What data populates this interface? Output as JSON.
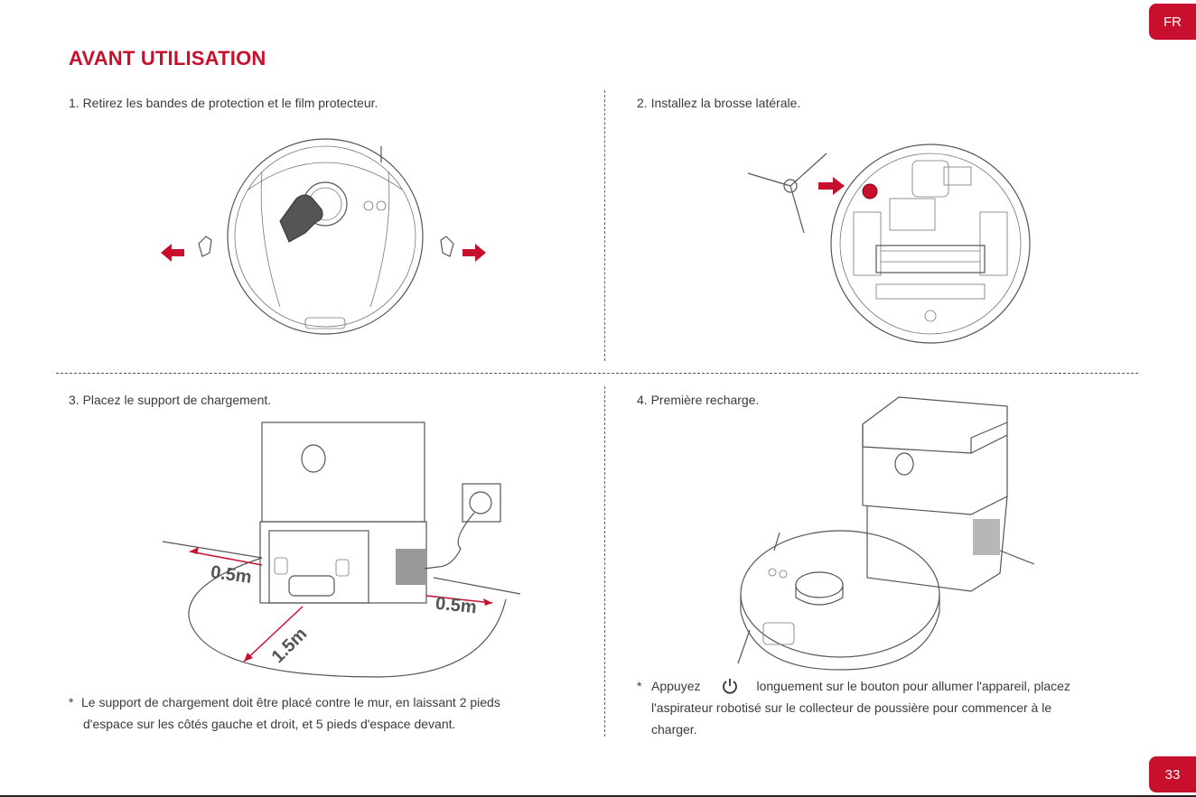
{
  "header": {
    "lang_tab": "FR",
    "title": "AVANT UTILISATION"
  },
  "steps": {
    "step1": "1. Retirez les bandes de protection et le film protecteur.",
    "step2": "2. Installez la brosse latérale.",
    "step3": "3. Placez le support de chargement.",
    "step4": "4. Première recharge."
  },
  "dimensions": {
    "left": "0.5m",
    "right": "0.5m",
    "front": "1.5m"
  },
  "notes": {
    "bullet": "*",
    "note3_line1": "Le support de chargement doit être placé contre le mur, en laissant 2 pieds",
    "note3_line2": "d'espace sur les côtés gauche et droit, et 5 pieds d'espace devant.",
    "note4_a": "Appuyez",
    "note4_b": "longuement sur le bouton pour allumer l'appareil, placez",
    "note4_line2": "l'aspirateur robotisé sur le collecteur de poussière pour commencer à le",
    "note4_line3": "charger."
  },
  "footer": {
    "page_number": "33"
  },
  "colors": {
    "accent": "#c8102e",
    "text": "#3a3a3a"
  }
}
